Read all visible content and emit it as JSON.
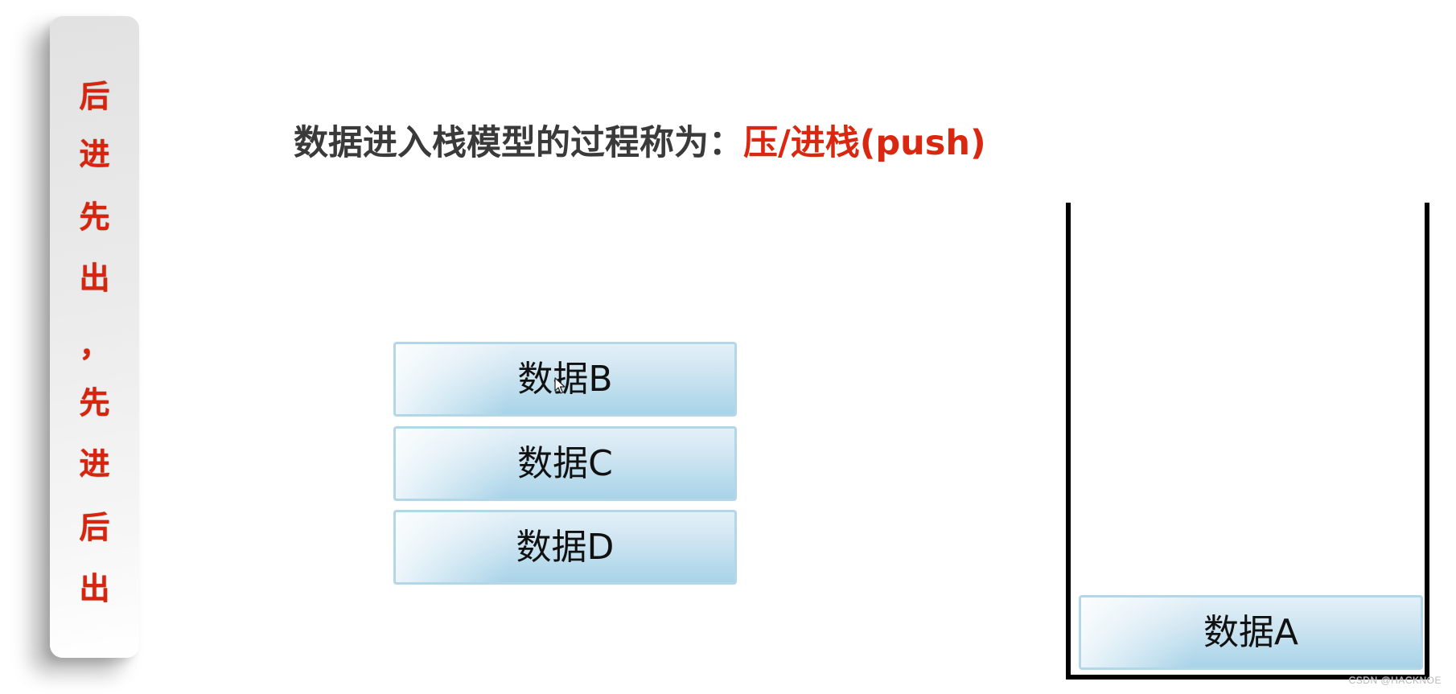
{
  "sidebar": {
    "chars": [
      "后",
      "进",
      "先",
      "出",
      "，",
      "先",
      "进",
      "后",
      "出"
    ],
    "text": "后进先出，先进后出",
    "color": "#d8240c"
  },
  "title": {
    "plain": "数据进入栈模型的过程称为：",
    "accent": "压/进栈(push)",
    "plain_color": "#3a3a3a",
    "accent_color": "#d9280f"
  },
  "waiting_blocks": [
    {
      "label": "数据B"
    },
    {
      "label": "数据C"
    },
    {
      "label": "数据D"
    }
  ],
  "stack": {
    "items": [
      {
        "label": "数据A"
      }
    ]
  },
  "block_colors": {
    "border": "#b3d7e8",
    "fill_top": "#e3f0f8",
    "fill_bottom": "#a9d3e8"
  },
  "watermark": "CSDN @HACKNOE"
}
